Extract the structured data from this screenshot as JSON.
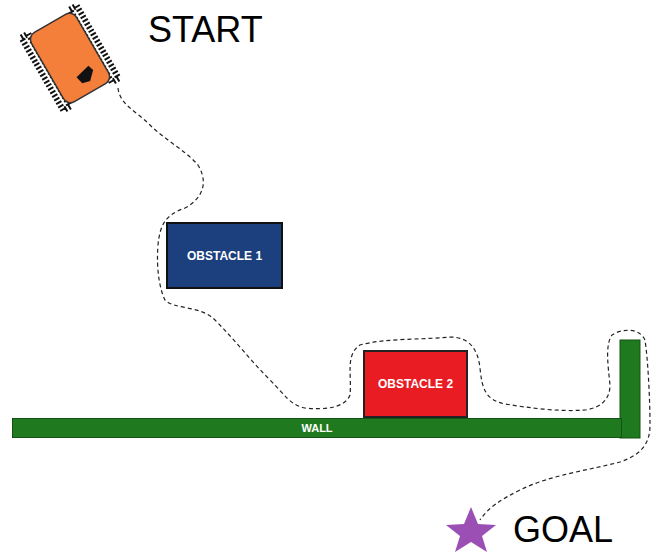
{
  "diagram": {
    "nodes": [
      {
        "text": [
          "OBSTACLE 1"
        ]
      },
      {
        "text": [
          "OBSTACLE 2"
        ]
      },
      {
        "text": [
          "WALL"
        ]
      }
    ],
    "labels": [
      "START",
      "GOAL"
    ]
  }
}
